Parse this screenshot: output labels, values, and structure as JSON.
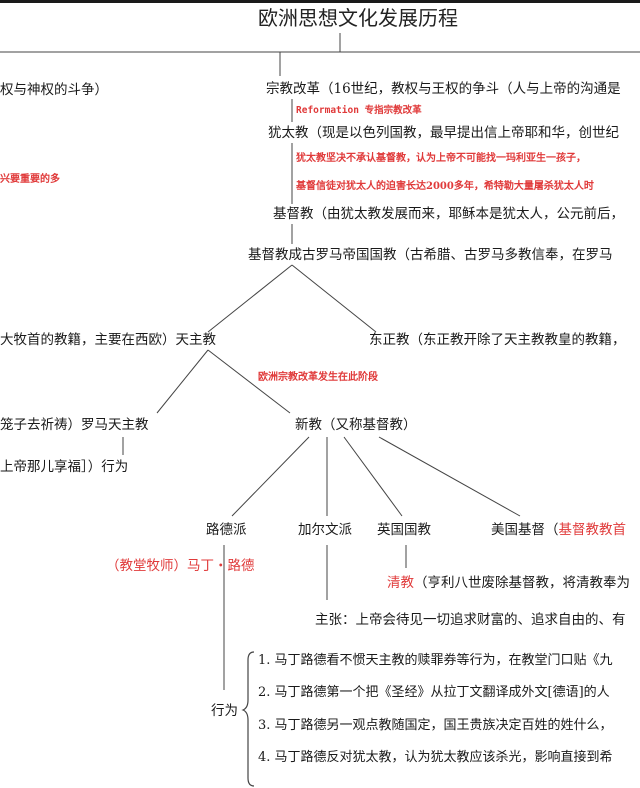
{
  "title": "欧洲思想文化发展历程",
  "left_branch": {
    "top_text": "权与神权的斗争）",
    "red_note": "兴要重要的多"
  },
  "reformation": {
    "label": "宗教改革（16世纪，教权与王权的争斗（人与上帝的沟通是",
    "note": "Reformation 专指宗教改革"
  },
  "judaism": {
    "label": "犹太教（现是以色列国教，最早提出信上帝耶和华，创世纪",
    "notes": [
      "犹太教坚决不承认基督教，认为上帝不可能找一玛利亚生一孩子，",
      "基督信徒对犹太人的迫害长达2000多年，希特勒大量屠杀犹太人时"
    ]
  },
  "christianity": {
    "label": "基督教（由犹太教发展而来，耶稣本是犹太人，公元前后，"
  },
  "state_religion": {
    "label": "基督教成古罗马帝国国教（古希腊、古罗马多教信奉，在罗马"
  },
  "catholicism": {
    "label": "大牧首的教籍，主要在西欧）天主教",
    "note": "欧洲宗教改革发生在此阶段"
  },
  "orthodox": {
    "label": "东正教（东正教开除了天主教教皇的教籍，"
  },
  "roman_catholic": {
    "label": "笼子去祈祷）罗马天主教",
    "behavior": "上帝那儿享福］）行为"
  },
  "protestant": {
    "label": "新教（又称基督教）",
    "branches": [
      {
        "label": "路德派"
      },
      {
        "label": "加尔文派"
      },
      {
        "label": "英国国教"
      },
      {
        "label": "美国基督（",
        "red_suffix": "基督教教首"
      }
    ]
  },
  "luther": {
    "label": "（教堂牧师）马丁・路德"
  },
  "anglican": {
    "red": "清教",
    "label": "（亨利八世废除基督教，将清教奉为"
  },
  "calvin": {
    "claim": "主张：上帝会待见一切追求财富的、追求自由的、有"
  },
  "behavior": {
    "label": "行为",
    "items": [
      "1. 马丁路德看不惯天主教的赎罪券等行为，在教堂门口贴《九",
      "2. 马丁路德第一个把《圣经》从拉丁文翻译成外文[德语]的人",
      "3. 马丁路德另一观点教随国定，国王贵族决定百姓的姓什么，",
      "4. 马丁路德反对犹太教，认为犹太教应该杀光，影响直接到希"
    ]
  },
  "colors": {
    "text": "#1a1a1a",
    "accent_red": "#e03a3a",
    "line": "#444444"
  }
}
